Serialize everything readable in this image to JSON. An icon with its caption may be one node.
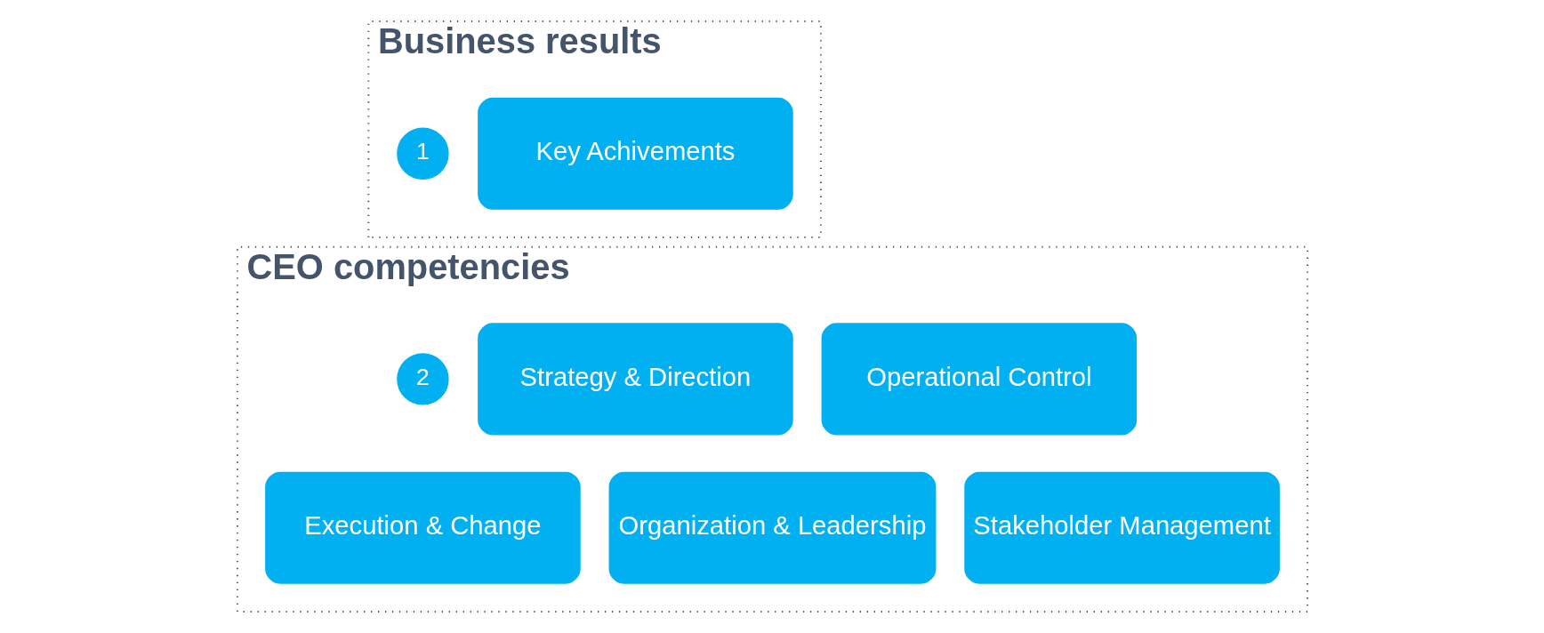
{
  "diagram": {
    "nodes": [
      {
        "text": [
          "Business results"
        ]
      },
      {
        "text": [
          "1"
        ],
        "in": 0
      },
      {
        "text": [
          "Key Achivements"
        ],
        "in": 0
      },
      {
        "text": [
          "CEO competencies"
        ]
      },
      {
        "text": [
          "2"
        ],
        "in": 3
      },
      {
        "text": [
          "Strategy & Direction"
        ],
        "in": 3
      },
      {
        "text": [
          "Operational Control"
        ],
        "in": 3
      },
      {
        "text": [
          "Execution & Change"
        ],
        "in": 3
      },
      {
        "text": [
          "Organization & Leadership"
        ],
        "in": 3
      },
      {
        "text": [
          "Stakeholder Management"
        ],
        "in": 3
      }
    ]
  }
}
